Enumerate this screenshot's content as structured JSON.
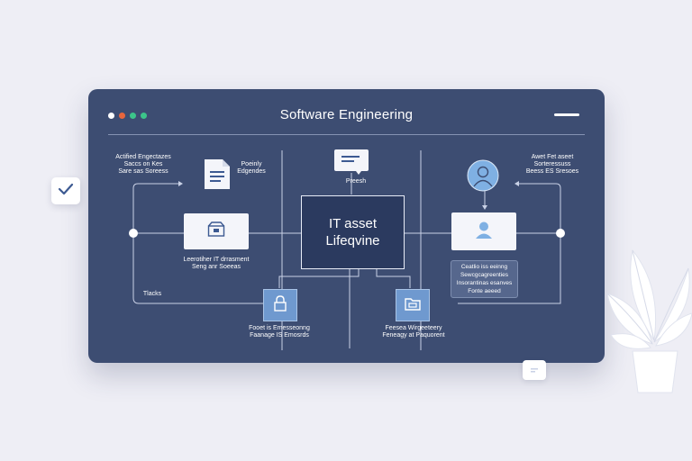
{
  "window": {
    "title": "Software Engineering",
    "dot_colors": [
      "#ffffff",
      "#e8663d",
      "#3cc58a",
      "#3cc58a"
    ]
  },
  "diagram": {
    "center_line1": "IT asset",
    "center_line2": "Lifeqvine",
    "top_left_label": [
      "Actified Engectazes",
      "Saccs on Kes",
      "Sare sas Soreess"
    ],
    "doc_label": [
      "Poeinly",
      "Edgendes"
    ],
    "top_center_label": "Preesh",
    "top_right_label": [
      "Awet Fet aseet",
      "Sorteressuss",
      "Beess ES Sresoes"
    ],
    "left_node_label": [
      "Leerotiher IT drrasment",
      "Seng anr Soeeas"
    ],
    "left_bottom_note": "Tlacks",
    "bottom_left_label": [
      "Fooet is Emesseonng",
      "Faanage IS Emosrds"
    ],
    "bottom_right_label": [
      "Feesea Wirgeeteery",
      "Feneagy at Paquorent"
    ],
    "info_box": [
      "Ceatlio iss eeinng",
      "Sewcgcagreenties",
      "Insorantinas esanves",
      "Fonte aeeed"
    ]
  },
  "icons": {
    "document": "document-icon",
    "monitor": "monitor-icon",
    "box": "box-icon",
    "user": "user-icon",
    "user_avatar": "user-avatar-icon",
    "lock": "lock-icon",
    "folder": "folder-icon",
    "check": "check-icon",
    "plant": "plant-icon"
  },
  "colors": {
    "panel": "#3d4d72",
    "center": "#2b3a5f",
    "accent_blue": "#6f99cf",
    "avatar_blue": "#7fb0e3",
    "background": "#eeeef5"
  }
}
